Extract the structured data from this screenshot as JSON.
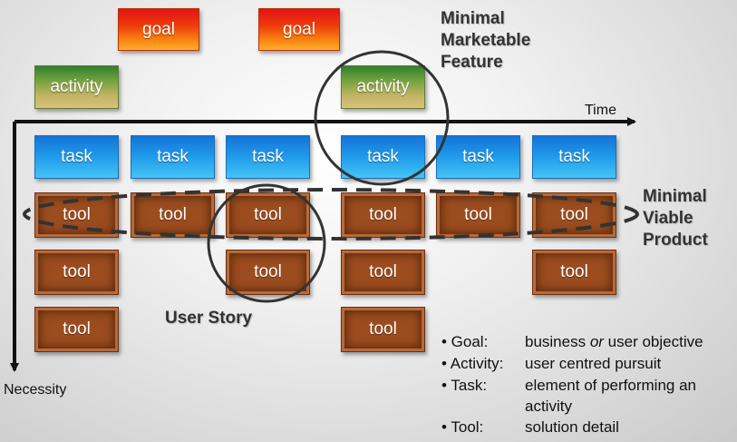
{
  "goals": [
    "goal",
    "goal"
  ],
  "activities": [
    "activity",
    "activity"
  ],
  "tasks": [
    "task",
    "task",
    "task",
    "task",
    "task",
    "task"
  ],
  "tools": [
    "tool",
    "tool",
    "tool",
    "tool",
    "tool",
    "tool",
    "tool",
    "tool",
    "tool",
    "tool",
    "tool",
    "tool"
  ],
  "axes": {
    "time": "Time",
    "necessity": "Necessity"
  },
  "annotations": {
    "mmf_line1": "Minimal",
    "mmf_line2": "Marketable",
    "mmf_line3": "Feature",
    "mvp_line1": "Minimal",
    "mvp_line2": "Viable",
    "mvp_line3": "Product",
    "user_story": "User Story"
  },
  "legend": [
    {
      "term": "• Goal:",
      "def_before": "business ",
      "def_em": "or",
      "def_after": " user objective"
    },
    {
      "term": "• Activity:",
      "def_before": "user centred pursuit",
      "def_em": "",
      "def_after": ""
    },
    {
      "term": "• Task:",
      "def_before": "element of performing an activity",
      "def_em": "",
      "def_after": ""
    },
    {
      "term": "• Tool:",
      "def_before": "solution detail",
      "def_em": "",
      "def_after": ""
    }
  ]
}
